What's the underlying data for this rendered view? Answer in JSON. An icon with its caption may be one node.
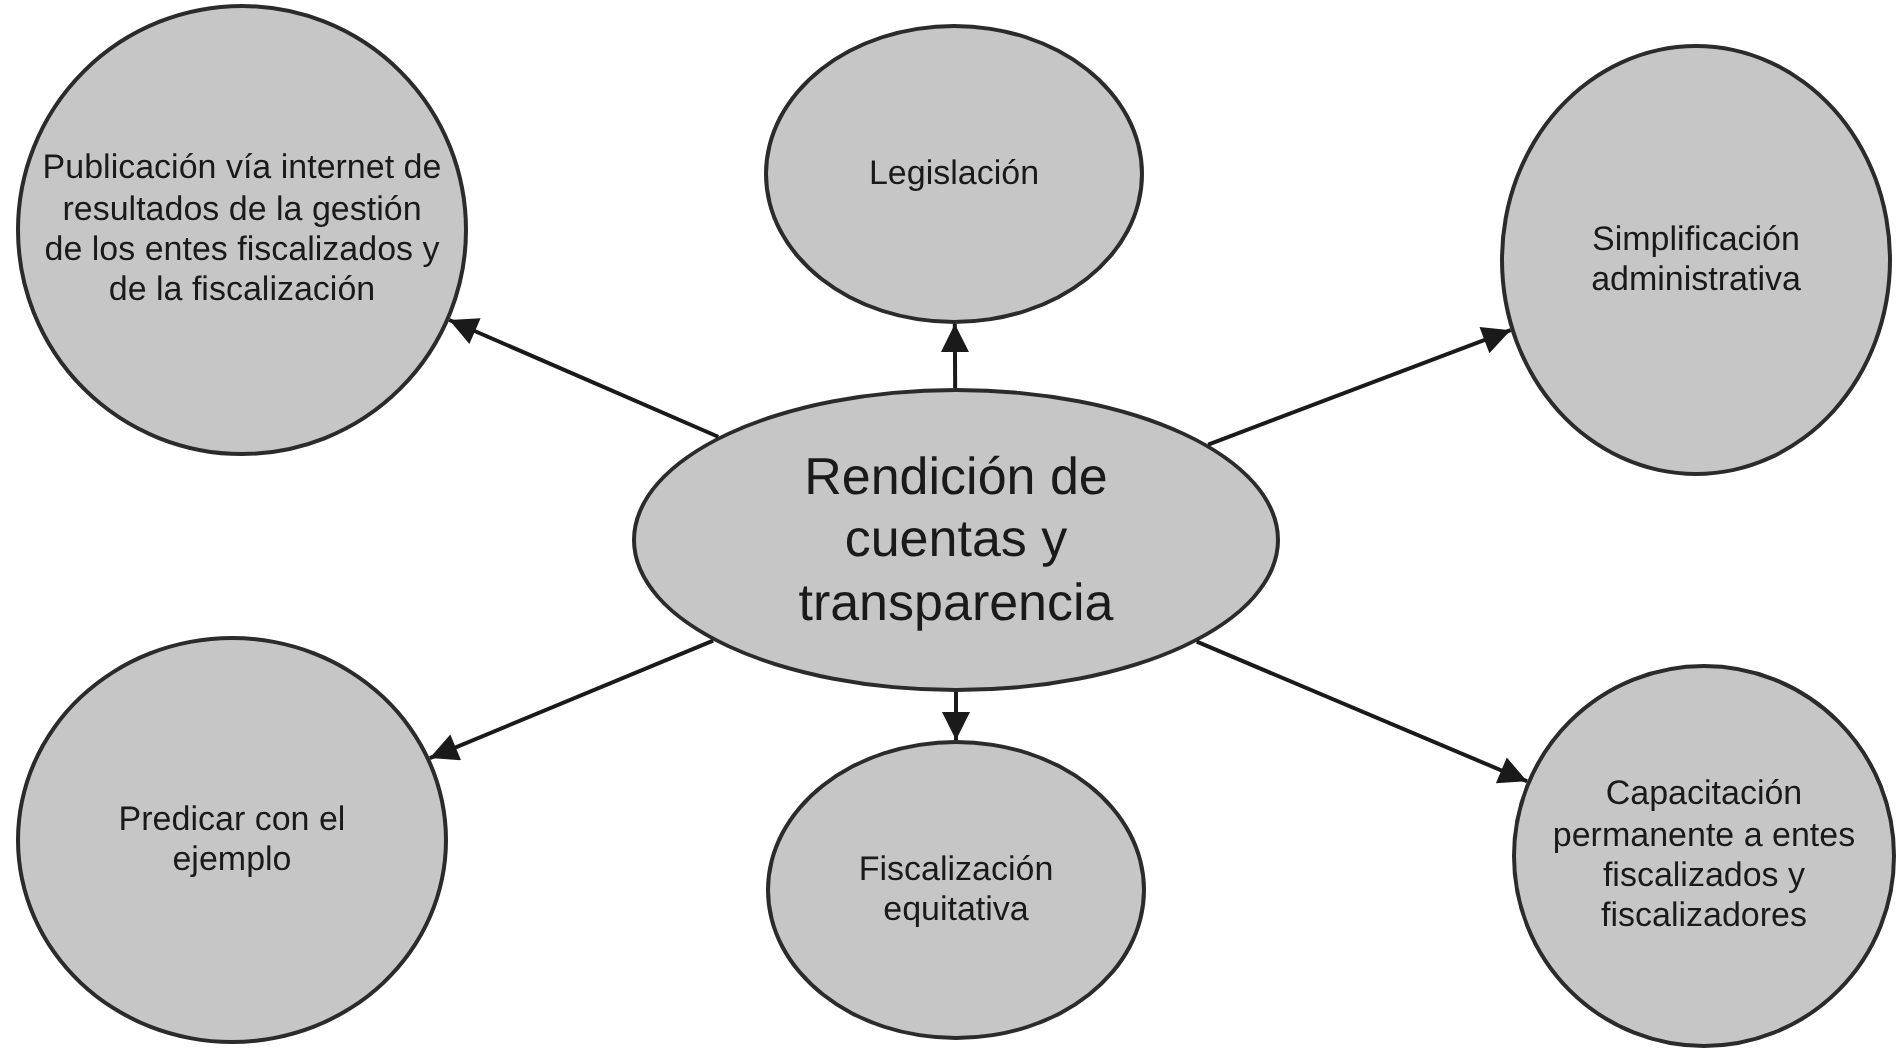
{
  "diagram": {
    "nodes": [
      {
        "text": [
          "Rendición de cuentas y transparencia"
        ]
      },
      {
        "text": [
          "Publicación vía internet de resultados de la gestión de los entes fiscalizados y de la fiscalización"
        ]
      },
      {
        "text": [
          "Legislación"
        ]
      },
      {
        "text": [
          "Simplificación administrativa"
        ]
      },
      {
        "text": [
          "Predicar con el ejemplo"
        ]
      },
      {
        "text": [
          "Fiscalización equitativa"
        ]
      },
      {
        "text": [
          "Capacitación permanente a entes fiscalizados y fiscalizadores"
        ]
      }
    ],
    "edges": [
      {
        "from": 0,
        "to": 1,
        "arrow": "to"
      },
      {
        "from": 0,
        "to": 2,
        "arrow": "to"
      },
      {
        "from": 0,
        "to": 3,
        "arrow": "to"
      },
      {
        "from": 0,
        "to": 4,
        "arrow": "to"
      },
      {
        "from": 0,
        "to": 5,
        "arrow": "to"
      },
      {
        "from": 0,
        "to": 6,
        "arrow": "to"
      }
    ]
  }
}
